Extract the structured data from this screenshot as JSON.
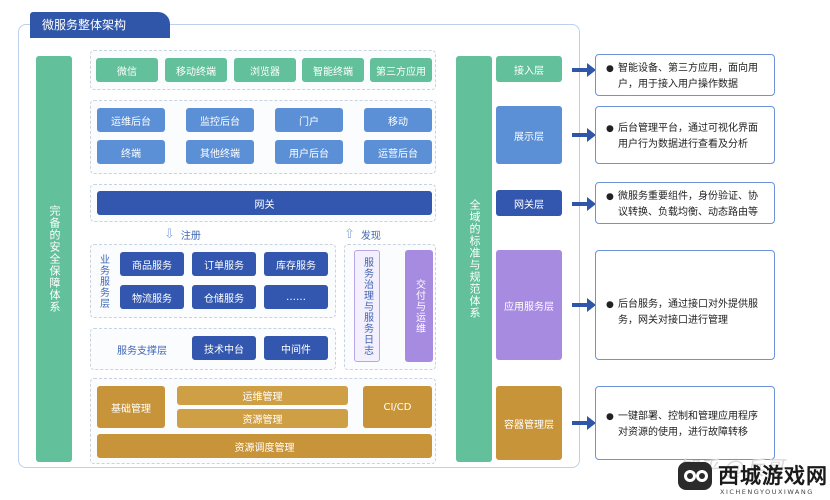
{
  "header": {
    "title": "微服务整体架构"
  },
  "left_bar": {
    "label": "完备的安全保障体系"
  },
  "right_bar": {
    "label": "全域的标准与规范体系"
  },
  "access_row": [
    "微信",
    "移动终端",
    "浏览器",
    "智能终端",
    "第三方应用"
  ],
  "display_rows": [
    [
      "运维后台",
      "监控后台",
      "门户",
      "移动"
    ],
    [
      "终端",
      "其他终端",
      "用户后台",
      "运营后台"
    ]
  ],
  "gateway": {
    "label": "网关"
  },
  "register": {
    "label": "注册",
    "arrow": "⇩"
  },
  "discover": {
    "label": "发现",
    "arrow": "⇧"
  },
  "business": {
    "label": "业务服务层",
    "rows": [
      [
        "商品服务",
        "订单服务",
        "库存服务"
      ],
      [
        "物流服务",
        "仓储服务",
        "……"
      ]
    ]
  },
  "support": {
    "label": "服务支撑层",
    "items": [
      "技术中台",
      "中间件"
    ]
  },
  "governance": {
    "label": "服务治理与服务日志"
  },
  "delivery": {
    "label": "交付与运维"
  },
  "infra": {
    "basic": "基础管理",
    "ops": "运维管理",
    "resource": "资源管理",
    "cicd": "CI/CD",
    "schedule": "资源调度管理"
  },
  "layers": [
    {
      "label": "接入层",
      "desc": "智能设备、第三方应用，面向用户，用于接入用户操作数据",
      "color": "#62c09a"
    },
    {
      "label": "展示层",
      "desc": "后台管理平台，通过可视化界面用户行为数据进行查看及分析",
      "color": "#5b8fd6"
    },
    {
      "label": "网关层",
      "desc": "微服务重要组件，身份验证、协议转换、负载均衡、动态路由等",
      "color": "#3357ae"
    },
    {
      "label": "应用服务层",
      "desc": "后台服务，通过接口对外提供服务，网关对接口进行管理",
      "color": "#a78be0"
    },
    {
      "label": "容器管理层",
      "desc": "一键部署、控制和管理应用程序对资源的使用，进行故障转移",
      "color": "#c8943a"
    }
  ],
  "watermark": {
    "text": "知乎 @兵哥"
  },
  "logo": {
    "main": "西城游戏网",
    "sub": "XICHENGYOUXIWANG"
  }
}
